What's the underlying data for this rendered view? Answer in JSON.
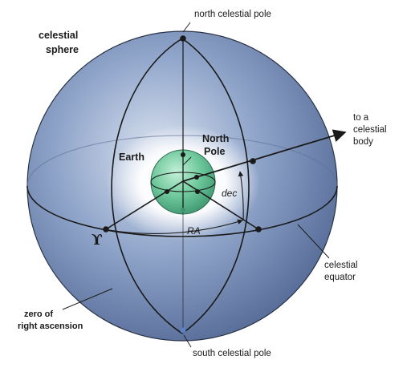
{
  "labels": {
    "north_celestial_pole": "north celestial pole",
    "celestial_sphere_line1": "celestial",
    "celestial_sphere_line2": "sphere",
    "earth": "Earth",
    "north_pole_line1": "North",
    "north_pole_line2": "Pole",
    "dec": "dec",
    "ra": "RA",
    "vernal_equinox_symbol": "ϒ",
    "to_body_line1": "to a",
    "to_body_line2": "celestial",
    "to_body_line3": "body",
    "celestial_equator_line1": "celestial",
    "celestial_equator_line2": "equator",
    "zero_ra_line1": "zero of",
    "zero_ra_line2": "right ascension",
    "south_celestial_pole": "south celestial pole"
  },
  "colors": {
    "sphere_fill": "#6e87b3",
    "sphere_edge": "#2a3346",
    "earth_fill": "#6cc79a",
    "glow": "#ffffff",
    "line": "#1a1a1a"
  }
}
